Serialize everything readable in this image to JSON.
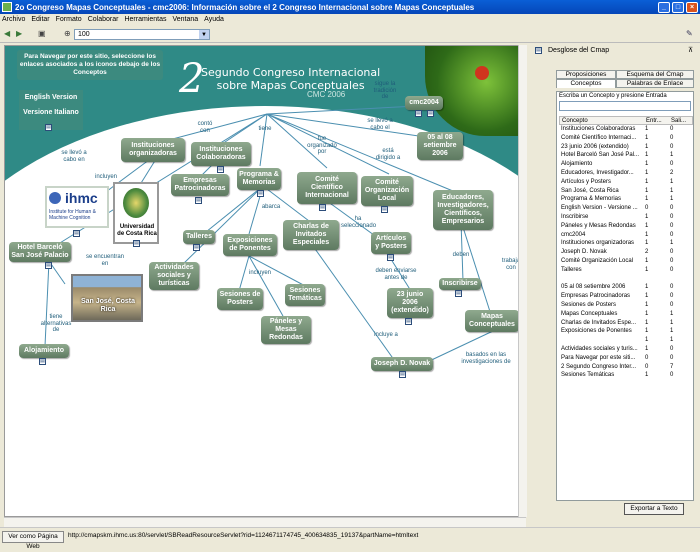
{
  "window": {
    "title": "2o Congreso Mapas Conceptuales - cmc2006: Información sobre el 2 Congreso Internacional sobre Mapas Conceptuales",
    "minimize": "_",
    "maximize": "□",
    "close": "×"
  },
  "menu": [
    "Archivo",
    "Editar",
    "Formato",
    "Colaborar",
    "Herramientas",
    "Ventana",
    "Ayuda"
  ],
  "toolbar": {
    "zoom_value": "100"
  },
  "canvas": {
    "nav_text": "Para Navegar por este sitio, seleccione los enlaces asociados a los iconos debajo de los Conceptos",
    "lang_english": "English Version",
    "lang_italian": "Versione Italiano",
    "big_number": "2",
    "congress_title_1": "Segundo Congreso Internacional",
    "congress_title_2": "sobre Mapas Conceptuales",
    "cmc": "CMC 2006",
    "nodes": {
      "cmc2004": "cmc2004",
      "fechas": "05 al 08 setiembre 2006",
      "inst_org": "Instituciones organizadoras",
      "inst_colab": "Instituciones Colaboradoras",
      "programa": "Programa & Memorias",
      "empresas": "Empresas Patrocinadoras",
      "comite_cient": "Comité Científico Internacional",
      "comite_org": "Comité Organización Local",
      "educadores": "Educadores, Investigadores, Científicos, Empresarios",
      "talleres": "Talleres",
      "exposiciones": "Exposiciones de Ponentes",
      "charlas": "Charlas de Invitados Especiales",
      "articulos": "Artículos y Posters",
      "actividades": "Actividades sociales y turísticas",
      "hotel": "Hotel Barceló San José Palacio",
      "sesiones_posters": "Sesiones de Posters",
      "sesiones_tematicas": "Sesiones Temáticas",
      "paneles": "Páneles y Mesas Redondas",
      "junio": "23 junio 2006 (extendido)",
      "inscribirse": "Inscribirse",
      "mapas": "Mapas Conceptuales",
      "novak": "Joseph D. Novak",
      "alojamiento": "Alojamiento",
      "ihmc_name": "ihmc",
      "ihmc_sub": "Institute for Human & Machine Cognition",
      "ucr_name": "Universidad de Costa Rica",
      "sanjose": "San José, Costa Rica"
    },
    "labels": {
      "sigue": "sigue la tradición de",
      "sellevo_top": "se llevó a cabo el",
      "sellevo_left": "se llevó a cabo en",
      "conto": "contó con",
      "tiene": "tiene",
      "fue_org": "fue organizado por",
      "esta_dir": "está dirigido a",
      "incluyen_top": "incluyen",
      "abarca": "abarca",
      "ha_sel": "ha seleccionado",
      "encuentran": "se encuentran en",
      "tiene_alt": "tiene alternativas de",
      "incluyen_mid": "incluyen",
      "deben_env": "deben enviarse antes de",
      "deben": "deben",
      "trabaja": "trabaja con",
      "incluye": "incluye a",
      "basados": "basados en las investigaciones de"
    }
  },
  "right_panel": {
    "title": "Desglose del Cmap",
    "tabs_top": [
      "Proposiciones",
      "Esquema del Cmap"
    ],
    "tabs_bottom": [
      "Conceptos",
      "Palabras de Enlace"
    ],
    "instruction": "Escriba un Concepto y presione Entrada",
    "columns": [
      "Concepto",
      "Entr...",
      "Sali..."
    ],
    "rows": [
      [
        "Instituciones Colaboradoras",
        "1",
        "0"
      ],
      [
        "Comité Científico Internaci...",
        "1",
        "0"
      ],
      [
        "23 junio 2006 (extendido)",
        "1",
        "0"
      ],
      [
        "Hotel Barceló San José Pal...",
        "1",
        "1"
      ],
      [
        "Alojamiento",
        "1",
        "0"
      ],
      [
        "Educadores, Investigador...",
        "1",
        "2"
      ],
      [
        "Artículos y Posters",
        "1",
        "1"
      ],
      [
        "San José, Costa Rica",
        "1",
        "1"
      ],
      [
        "Programa & Memorias",
        "1",
        "1"
      ],
      [
        "English Version - Versione ...",
        "0",
        "0"
      ],
      [
        "Inscribirse",
        "1",
        "0"
      ],
      [
        "Páneles y Mesas Redondas",
        "1",
        "0"
      ],
      [
        "cmc2004",
        "1",
        "0"
      ],
      [
        "Instituciones organizadoras",
        "1",
        "1"
      ],
      [
        "Joseph D. Novak",
        "2",
        "0"
      ],
      [
        "Comité Organización Local",
        "1",
        "0"
      ],
      [
        "Talleres",
        "1",
        "0"
      ],
      [
        "",
        "",
        ""
      ],
      [
        "05 al 08 setiembre 2006",
        "1",
        "0"
      ],
      [
        "Empresas Patrocinadoras",
        "1",
        "0"
      ],
      [
        "Sesiones de Posters",
        "1",
        "0"
      ],
      [
        "Mapas Conceptuales",
        "1",
        "1"
      ],
      [
        "Charlas de Invitados Espe...",
        "1",
        "1"
      ],
      [
        "Exposiciones de Ponentes",
        "1",
        "1"
      ],
      [
        "",
        "1",
        "1"
      ],
      [
        "Actividades sociales y turis...",
        "1",
        "0"
      ],
      [
        "Para Navegar por este siti...",
        "0",
        "0"
      ],
      [
        "2 Segundo Congreso Inter...",
        "0",
        "7"
      ],
      [
        "Sesiones Temáticas",
        "1",
        "0"
      ]
    ],
    "export_button": "Exportar a Texto"
  },
  "status": {
    "web_button": "Ver como Página Web",
    "url": "http://cmapskm.ihmc.us:80/servlet/SBReadResourceServlet?rid=1124671174745_400634835_19137&partName=htmltext"
  }
}
